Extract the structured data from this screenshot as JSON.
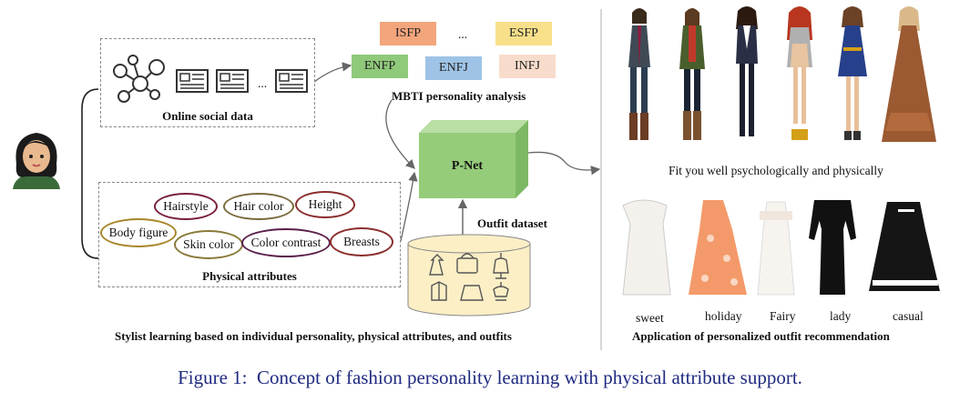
{
  "left_panel": {
    "online_social_data_label": "Online social data",
    "ellipsis": "...",
    "mbti_types": [
      {
        "label": "ISFP",
        "color": "#f3a57c"
      },
      {
        "label": "ESFP",
        "color": "#f8e08a"
      },
      {
        "label": "ENFP",
        "color": "#8fc97a"
      },
      {
        "label": "ENFJ",
        "color": "#9ec3e6"
      },
      {
        "label": "INFJ",
        "color": "#f8dccb"
      }
    ],
    "mbti_ellipsis": "...",
    "mbti_caption": "MBTI personality analysis",
    "pnet_label": "P-Net",
    "outfit_dataset_label": "Outfit dataset",
    "physical_attributes_caption": "Physical attributes",
    "attributes": [
      {
        "label": "Hairstyle",
        "color": "#7a1f3d"
      },
      {
        "label": "Hair color",
        "color": "#7a6b3d"
      },
      {
        "label": "Height",
        "color": "#8b2d2d"
      },
      {
        "label": "Body figure",
        "color": "#a8862a"
      },
      {
        "label": "Skin color",
        "color": "#8a7a3a"
      },
      {
        "label": "Color contrast",
        "color": "#5a1f4a"
      },
      {
        "label": "Breasts",
        "color": "#8b2d2d"
      }
    ],
    "bottom_caption": "Stylist learning based on individual personality, physical attributes, and outfits"
  },
  "right_panel": {
    "fit_caption": "Fit you well psychologically and physically",
    "styles": [
      "sweet",
      "holiday",
      "Fairy",
      "lady",
      "casual"
    ],
    "bottom_caption": "Application of personalized outfit recommendation"
  },
  "figure_caption": "Figure 1:  Concept of fashion personality learning with physical attribute support."
}
